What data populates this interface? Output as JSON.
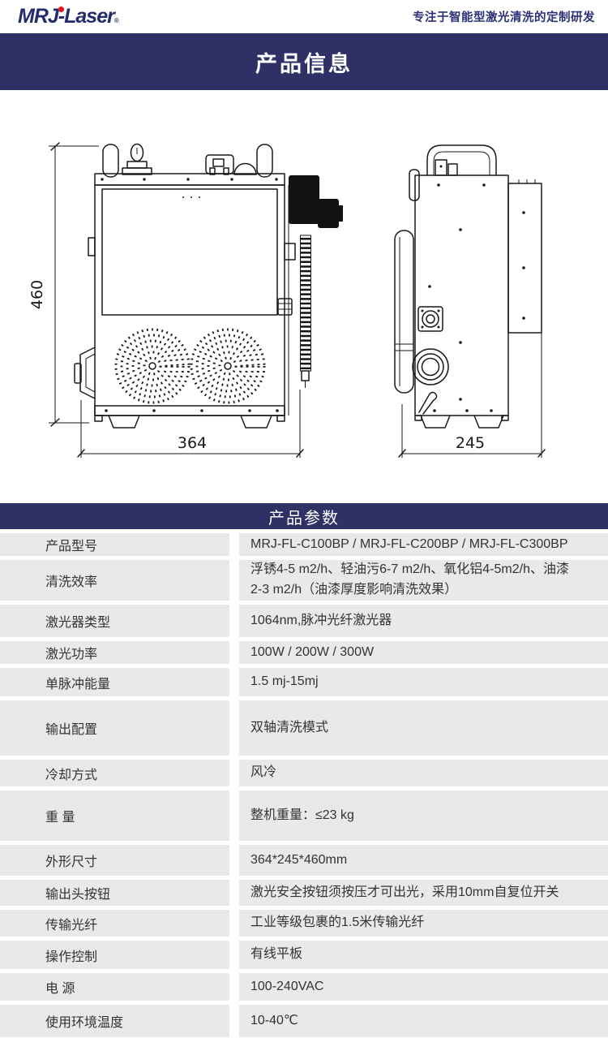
{
  "header": {
    "logo": {
      "part1": "MRJ",
      "part2": "-Laser",
      "reg": "®"
    },
    "tagline": "专注于智能型激光清洗的定制研发"
  },
  "banners": {
    "product_info": "产品信息",
    "product_params": "产品参数"
  },
  "drawing": {
    "height_dim": "460",
    "width_dim": "364",
    "depth_dim": "245"
  },
  "colors": {
    "brand_navy": "#2f3166",
    "row_gray": "#e9e9eb",
    "logo_red": "#e8121c"
  },
  "params": [
    {
      "label": "产品型号",
      "value": "MRJ-FL-C100BP / MRJ-FL-C200BP / MRJ-FL-C300BP"
    },
    {
      "label": "清洗效率",
      "value": "浮锈4-5 m2/h、轻油污6-7 m2/h、氧化铝4-5m2/h、油漆2-3 m2/h（油漆厚度影响清洗效果）"
    },
    {
      "label": "激光器类型",
      "value": "1064nm,脉冲光纤激光器"
    },
    {
      "label": "激光功率",
      "value": "100W / 200W / 300W"
    },
    {
      "label": "单脉冲能量",
      "value": "1.5 mj-15mj"
    },
    {
      "label": "输出配置",
      "value": "双轴清洗模式"
    },
    {
      "label": "冷却方式",
      "value": "风冷"
    },
    {
      "label": "重 量",
      "value": "整机重量：≤23 kg"
    },
    {
      "label": "外形尺寸",
      "value": "364*245*460mm"
    },
    {
      "label": "输出头按钮",
      "value": "激光安全按钮须按压才可出光，采用10mm自复位开关"
    },
    {
      "label": "传输光纤",
      "value": "工业等级包裹的1.5米传输光纤"
    },
    {
      "label": "操作控制",
      "value": "有线平板"
    },
    {
      "label": "电 源",
      "value": "100-240VAC"
    },
    {
      "label": "使用环境温度",
      "value": "10-40℃"
    }
  ]
}
